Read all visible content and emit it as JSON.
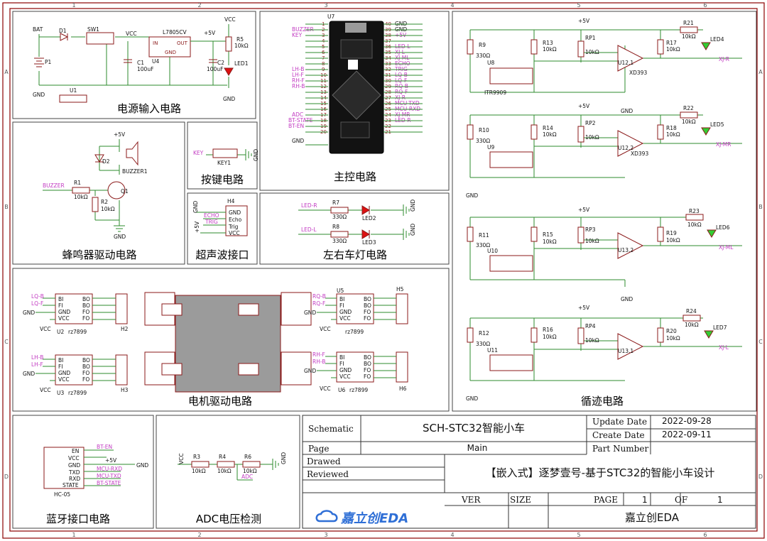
{
  "ruler": {
    "top": [
      "1",
      "2",
      "3",
      "4",
      "5",
      "6"
    ],
    "side": [
      "A",
      "B",
      "C",
      "D"
    ]
  },
  "panels": {
    "power": "电源输入电路",
    "main": "主控电路",
    "track": "循迹电路",
    "buzzer": "蜂鸣器驱动电路",
    "key": "按键电路",
    "ultra": "超声波接口",
    "leds": "左右车灯电路",
    "motor": "电机驱动电路",
    "bt": "蓝牙接口电路",
    "adc": "ADC电压检测"
  },
  "power": {
    "bat": "BAT",
    "p1": "P1",
    "d1": "D1",
    "sw1": "SW1",
    "vcc": "VCC",
    "reg": "L7805CV",
    "reg_in": "IN",
    "reg_out": "OUT",
    "reg_gnd": "GND",
    "u4": "U4",
    "c1": "C1",
    "c1v": "100uF",
    "c2": "C2",
    "c2v": "100uF",
    "plus5v": "+5V",
    "r5": "R5",
    "r5v": "10kΩ",
    "led1": "LED1",
    "gnd": "GND",
    "u1": "U1"
  },
  "mcu": {
    "ref": "U7",
    "left_nets": [
      "BUZZER",
      "KEY",
      "",
      "",
      "",
      "",
      "",
      "LH-B",
      "LH-F",
      "RH-F",
      "RH-B",
      "",
      "",
      "",
      "ADC",
      "BT-STATE",
      "BT-EN",
      "",
      "GND",
      ""
    ],
    "right_nets": [
      "GND",
      "GND",
      "+5V",
      "",
      "LED-L",
      "XJ-L",
      "XJ-ML",
      "ECHO",
      "TRIG",
      "LQ-B",
      "LQ-F",
      "RQ-B",
      "RQ-F",
      "XJ-R",
      "MCU-TXD",
      "MCU-RXD",
      "XJ-MR",
      "LED-R",
      "",
      ""
    ],
    "left_pins": [
      "1",
      "2",
      "3",
      "4",
      "5",
      "6",
      "7",
      "8",
      "9",
      "10",
      "11",
      "12",
      "13",
      "14",
      "15",
      "16",
      "17",
      "18",
      "19",
      "20"
    ],
    "right_pins": [
      "40",
      "39",
      "38",
      "37",
      "36",
      "35",
      "34",
      "33",
      "32",
      "31",
      "30",
      "29",
      "28",
      "27",
      "26",
      "25",
      "24",
      "23",
      "22",
      "21"
    ]
  },
  "buzzer": {
    "vplus": "+5V",
    "d2": "D2",
    "buzz": "BUZZER1",
    "net": "BUZZER",
    "r1": "R1",
    "r1v": "10kΩ",
    "q1": "Q1",
    "r2": "R2",
    "r2v": "10kΩ",
    "gnd": "GND"
  },
  "key": {
    "net": "KEY",
    "ref": "KEY1",
    "gnd": "GND"
  },
  "ultra": {
    "ref": "H4",
    "pins": [
      "GND",
      "Echo",
      "Trig",
      "VCC"
    ],
    "nets": [
      "GND",
      "ECHO",
      "TRIG",
      "+5V"
    ]
  },
  "leds": {
    "row1": {
      "net": "LED-R",
      "r": "R7",
      "rv": "330Ω",
      "led": "LED2",
      "gnd": "GND"
    },
    "row2": {
      "net": "LED-L",
      "r": "R8",
      "rv": "330Ω",
      "led": "LED3",
      "gnd": "GND"
    }
  },
  "motor": {
    "drivers": [
      {
        "ref": "U2",
        "part": "rz7899",
        "in1": "LQ-B",
        "in2": "LQ-F",
        "hdr": "H2"
      },
      {
        "ref": "U3",
        "part": "rz7899",
        "in1": "LH-B",
        "in2": "LH-F",
        "hdr": "H3"
      },
      {
        "ref": "U5",
        "part": "rz7899",
        "in1": "RQ-B",
        "in2": "RQ-F",
        "hdr": "H5"
      },
      {
        "ref": "U6",
        "part": "rz7899",
        "in1": "RH-F",
        "in2": "RH-B",
        "hdr": "H6"
      }
    ],
    "pins_l": [
      "BI",
      "FI",
      "GND",
      "VCC"
    ],
    "pins_r": [
      "BO",
      "BO",
      "FO",
      "FO"
    ],
    "gnd": "GND",
    "vcc": "VCC"
  },
  "track": {
    "vplus": "+5V",
    "channels": [
      {
        "rin": "R9",
        "rinv": "330Ω",
        "sensor": "U8",
        "sensor_part": "ITR9909",
        "rpu": "R13",
        "rpuv": "10kΩ",
        "rp": "RP1",
        "rpv": "10kΩ",
        "cmp": "U12.1",
        "cmp_part": "XD393",
        "rout": "R17",
        "routv": "10kΩ",
        "rled": "R21",
        "rledv": "10kΩ",
        "led": "LED4",
        "net": "XJ-R"
      },
      {
        "rin": "R10",
        "rinv": "330Ω",
        "sensor": "U9",
        "sensor_part": "",
        "rpu": "R14",
        "rpuv": "10kΩ",
        "rp": "RP2",
        "rpv": "10kΩ",
        "cmp": "U12.2",
        "cmp_part": "XD393",
        "rout": "R18",
        "routv": "10kΩ",
        "rled": "R22",
        "rledv": "10kΩ",
        "led": "LED5",
        "net": "XJ-MR"
      },
      {
        "rin": "R11",
        "rinv": "330Ω",
        "sensor": "U10",
        "sensor_part": "",
        "rpu": "R15",
        "rpuv": "10kΩ",
        "rp": "RP3",
        "rpv": "10kΩ",
        "cmp": "U13.2",
        "cmp_part": "",
        "rout": "R19",
        "routv": "10kΩ",
        "rled": "R23",
        "rledv": "10kΩ",
        "led": "LED6",
        "net": "XJ-ML"
      },
      {
        "rin": "R12",
        "rinv": "330Ω",
        "sensor": "U11",
        "sensor_part": "",
        "rpu": "R16",
        "rpuv": "10kΩ",
        "rp": "RP4",
        "rpv": "10kΩ",
        "cmp": "U13.1",
        "cmp_part": "",
        "rout": "R20",
        "routv": "10kΩ",
        "rled": "R24",
        "rledv": "10kΩ",
        "led": "LED7",
        "net": "XJ-L"
      }
    ],
    "gnd": "GND"
  },
  "bt": {
    "ref": "HC-05",
    "pins": [
      "EN",
      "VCC",
      "GND",
      "TXD",
      "RXD",
      "STATE"
    ],
    "nets": [
      "BT-EN",
      "+5V",
      "GND",
      "MCU-RXD",
      "MCU-TXD",
      "BT-STATE"
    ]
  },
  "adc": {
    "vcc": "VCC",
    "r3": "R3",
    "r3v": "10kΩ",
    "r4": "R4",
    "r4v": "10kΩ",
    "r6": "R6",
    "r6v": "10kΩ",
    "net": "ADC",
    "gnd": "GND"
  },
  "titleblock": {
    "schematic_label": "Schematic",
    "title": "SCH-STC32智能小车",
    "update_label": "Update Date",
    "update_value": "2022-09-28",
    "create_label": "Create Date",
    "create_value": "2022-09-11",
    "page_label": "Page",
    "page_value": "Main",
    "part_label": "Part Number",
    "part_value": "",
    "drawed_label": "Drawed",
    "reviewed_label": "Reviewed",
    "project": "【嵌入式】逐梦壹号-基于STC32的智能小车设计",
    "ver_label": "VER",
    "size_label": "SIZE",
    "pg_label": "PAGE",
    "pg_value": "1",
    "of_label": "OF",
    "of_value": "1",
    "logo": "嘉立创EDA",
    "company": "嘉立创EDA"
  }
}
